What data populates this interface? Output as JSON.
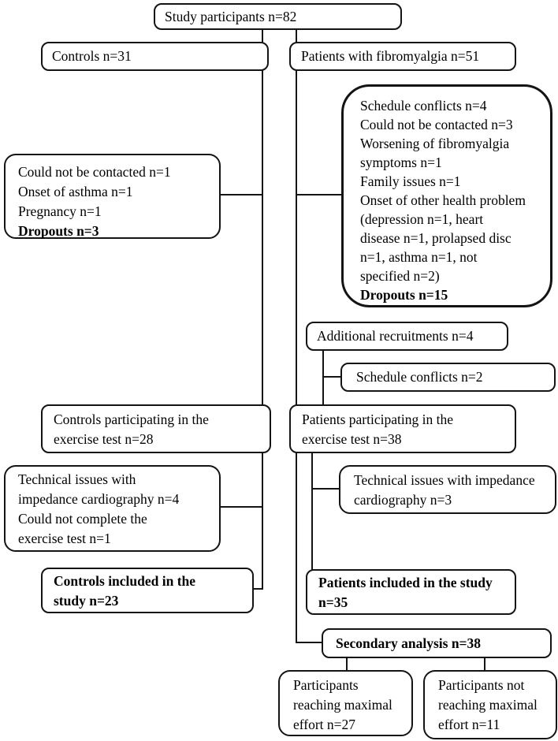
{
  "diagram": {
    "type": "study-flow-chart",
    "colors": {
      "line": "#141414",
      "background": "#ffffff",
      "text": "#000000"
    },
    "boxes": {
      "study_participants": {
        "lines": [
          "Study participants n=82"
        ]
      },
      "controls": {
        "lines": [
          "Controls n=31"
        ]
      },
      "patients_fibromyalgia": {
        "lines": [
          "Patients with fibromyalgia n=51"
        ]
      },
      "patient_dropouts": {
        "lines": [
          "Schedule conflicts n=4",
          "Could not be contacted n=3",
          "Worsening of fibromyalgia",
          "symptoms n=1",
          "Family issues n=1",
          "Onset of other health problem",
          "(depression n=1, heart",
          "disease n=1, prolapsed disc",
          "n=1, asthma n=1, not",
          "specified n=2)",
          "Dropouts n=15"
        ]
      },
      "control_dropouts": {
        "lines": [
          "Could not be contacted n=1",
          "Onset of asthma n=1",
          "Pregnancy n=1",
          "Dropouts n=3"
        ]
      },
      "additional_recruitments": {
        "lines": [
          "Additional recruitments n=4"
        ]
      },
      "schedule_conflicts": {
        "lines": [
          "Schedule conflicts n=2"
        ]
      },
      "controls_exercise_test": {
        "lines": [
          "Controls participating in the",
          "exercise test n=28"
        ]
      },
      "patients_exercise_test": {
        "lines": [
          "Patients participating in the",
          "exercise test n=38"
        ]
      },
      "controls_technical_issues": {
        "lines": [
          "Technical issues with",
          "impedance cardiography n=4",
          "Could not complete the",
          "exercise test n=1"
        ]
      },
      "patients_technical_issues": {
        "lines": [
          "Technical issues with impedance",
          "cardiography n=3"
        ]
      },
      "controls_included": {
        "lines": [
          "Controls included in the",
          "study n=23"
        ]
      },
      "patients_included": {
        "lines": [
          "Patients included in the study",
          "n=35"
        ]
      },
      "secondary_analysis": {
        "lines": [
          "Secondary analysis n=38"
        ]
      },
      "maximal_effort": {
        "lines": [
          "Participants",
          "reaching maximal",
          "effort n=27"
        ]
      },
      "not_maximal_effort": {
        "lines": [
          "Participants not",
          "reaching maximal",
          "effort n=11"
        ]
      }
    }
  }
}
